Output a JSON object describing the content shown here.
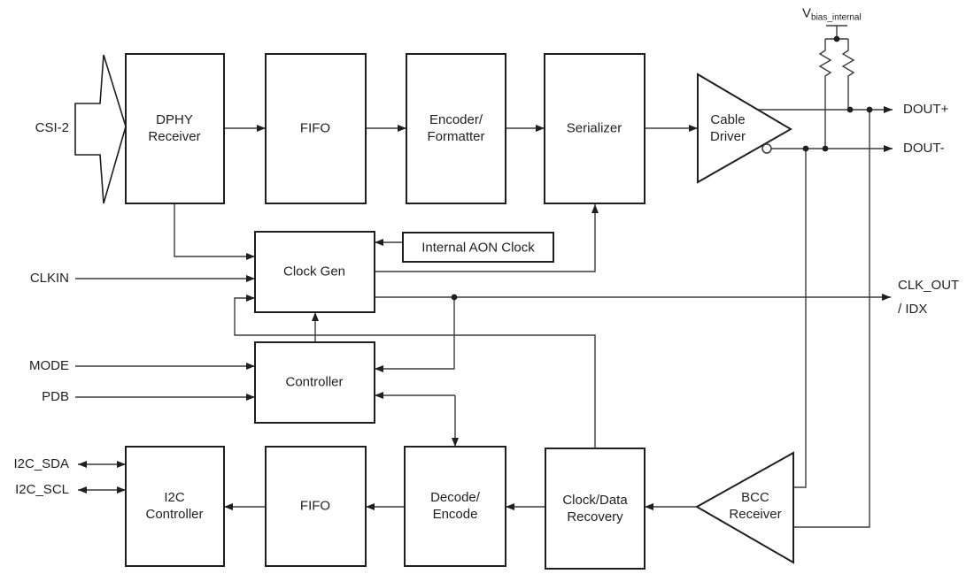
{
  "colors": {
    "line": "#3c3c3c",
    "box_border": "#1f1f1f",
    "text": "#1f1f1f",
    "background": "#ffffff"
  },
  "blocks": {
    "dphy": "DPHY\nReceiver",
    "fifo_top": "FIFO",
    "encoder": "Encoder/\nFormatter",
    "serializer": "Serializer",
    "cable_driver": "Cable\nDriver",
    "clock_gen": "Clock Gen",
    "aon_clock": "Internal AON Clock",
    "controller": "Controller",
    "i2c_controller": "I2C\nController",
    "fifo_bottom": "FIFO",
    "decode_encode": "Decode/\nEncode",
    "clock_data_recovery": "Clock/Data\nRecovery",
    "bcc_receiver": "BCC\nReceiver"
  },
  "ports": {
    "csi2": "CSI-2",
    "clkin": "CLKIN",
    "mode": "MODE",
    "pdb": "PDB",
    "i2c_sda": "I2C_SDA",
    "i2c_scl": "I2C_SCL",
    "dout_plus": "DOUT+",
    "dout_minus": "DOUT-",
    "clk_out": "CLK_OUT",
    "idx": "/ IDX",
    "vbias_v": "V",
    "vbias_sub": "bias_internal"
  }
}
